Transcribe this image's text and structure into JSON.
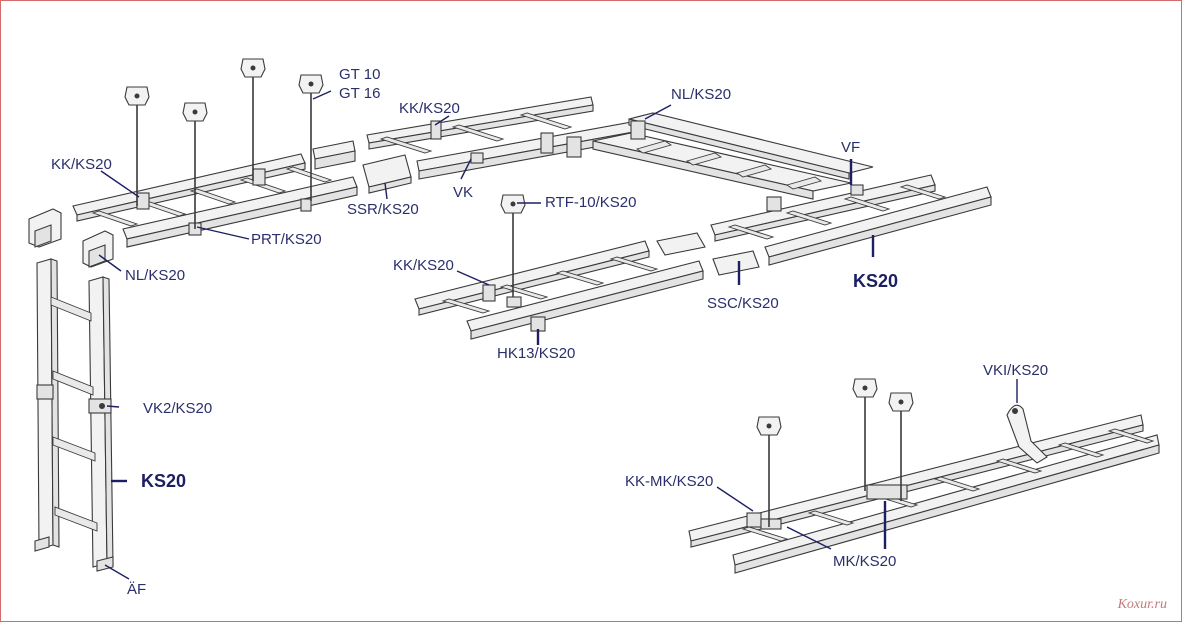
{
  "labels": {
    "gt10": "GT 10",
    "gt16": "GT 16",
    "kk_ks20_top": "KK/KS20",
    "nl_ks20_top": "NL/KS20",
    "kk_ks20_left": "KK/KS20",
    "vf": "VF",
    "vk": "VK",
    "ssr_ks20": "SSR/KS20",
    "rtf_10_ks20": "RTF-10/KS20",
    "prt_ks20": "PRT/KS20",
    "nl_ks20_left": "NL/KS20",
    "kk_ks20_mid": "KK/KS20",
    "ks20_right": "KS20",
    "ssc_ks20": "SSC/KS20",
    "hk13_ks20": "HK13/KS20",
    "vk2_ks20": "VK2/KS20",
    "ks20_left": "KS20",
    "vki_ks20": "VKI/KS20",
    "kk_mk_ks20": "KK-MK/KS20",
    "mk_ks20": "MK/KS20",
    "af": "ÄF"
  },
  "watermark": "Koxur.ru",
  "colors": {
    "label": "#2a2f6b",
    "frame": "#d46a6a",
    "line": "#3a3a3a"
  }
}
